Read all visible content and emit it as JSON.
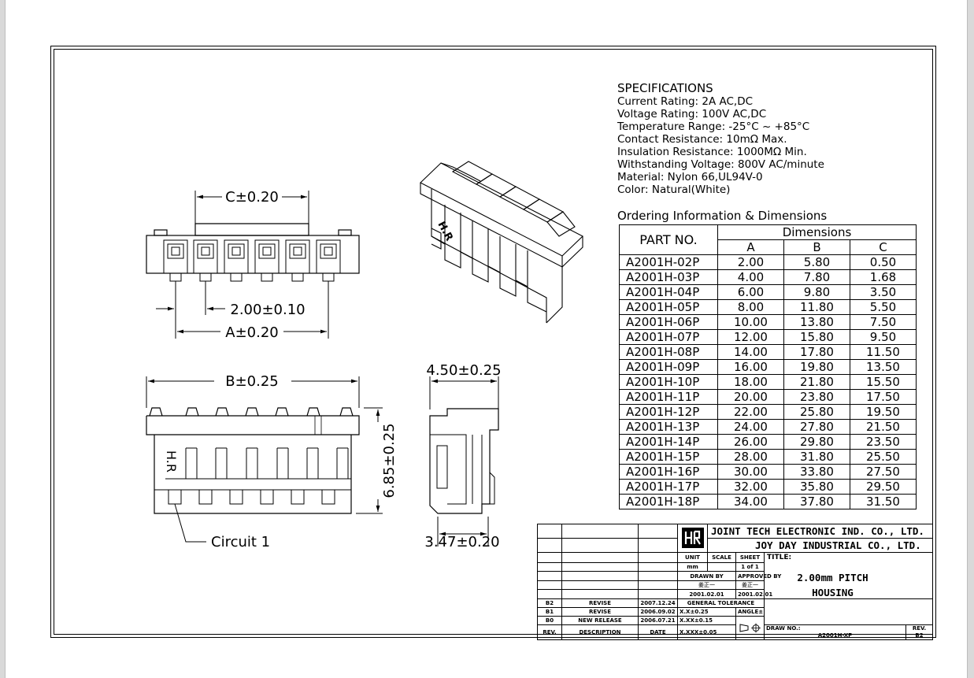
{
  "dimensions_labels": {
    "c_dim": "C±0.20",
    "pitch_dim": "2.00±0.10",
    "a_dim": "A±0.20",
    "b_dim": "B±0.25",
    "height_dim": "6.85±0.25",
    "depth_dim": "4.50±0.25",
    "side_dim": "3.47±0.20",
    "circuit_label": "Circuit 1",
    "marking": "H.R"
  },
  "specifications": {
    "heading": "SPECIFICATIONS",
    "lines": [
      "Current Rating: 2A AC,DC",
      "Voltage Rating: 100V AC,DC",
      "Temperature Range: -25°C ~ +85°C",
      "Contact Resistance: 10mΩ Max.",
      "Insulation Resistance: 1000MΩ Min.",
      "Withstanding Voltage: 800V AC/minute",
      "Material: Nylon 66,UL94V-0",
      "Color: Natural(White)"
    ]
  },
  "ordering": {
    "title": "Ordering Information & Dimensions",
    "part_header": "PART NO.",
    "group_header": "Dimensions",
    "columns": [
      "A",
      "B",
      "C"
    ],
    "rows": [
      [
        "A2001H-02P",
        "2.00",
        "5.80",
        "0.50"
      ],
      [
        "A2001H-03P",
        "4.00",
        "7.80",
        "1.68"
      ],
      [
        "A2001H-04P",
        "6.00",
        "9.80",
        "3.50"
      ],
      [
        "A2001H-05P",
        "8.00",
        "11.80",
        "5.50"
      ],
      [
        "A2001H-06P",
        "10.00",
        "13.80",
        "7.50"
      ],
      [
        "A2001H-07P",
        "12.00",
        "15.80",
        "9.50"
      ],
      [
        "A2001H-08P",
        "14.00",
        "17.80",
        "11.50"
      ],
      [
        "A2001H-09P",
        "16.00",
        "19.80",
        "13.50"
      ],
      [
        "A2001H-10P",
        "18.00",
        "21.80",
        "15.50"
      ],
      [
        "A2001H-11P",
        "20.00",
        "23.80",
        "17.50"
      ],
      [
        "A2001H-12P",
        "22.00",
        "25.80",
        "19.50"
      ],
      [
        "A2001H-13P",
        "24.00",
        "27.80",
        "21.50"
      ],
      [
        "A2001H-14P",
        "26.00",
        "29.80",
        "23.50"
      ],
      [
        "A2001H-15P",
        "28.00",
        "31.80",
        "25.50"
      ],
      [
        "A2001H-16P",
        "30.00",
        "33.80",
        "27.50"
      ],
      [
        "A2001H-17P",
        "32.00",
        "35.80",
        "29.50"
      ],
      [
        "A2001H-18P",
        "34.00",
        "37.80",
        "31.50"
      ]
    ]
  },
  "title_block": {
    "company1": "JOINT TECH ELECTRONIC IND. CO., LTD.",
    "company2": "JOY DAY INDUSTRIAL CO., LTD.",
    "unit_label": "UNIT",
    "unit_value": "mm",
    "scale_label": "SCALE",
    "sheet_label": "SHEET",
    "sheet_value": "1 of 1",
    "title_label": "TITLE:",
    "title_line1": "2.00mm PITCH",
    "title_line2": "HOUSING",
    "drawn_by_label": "DRAWN BY",
    "drawn_by_name": "姜正一",
    "drawn_date": "2001.02.01",
    "approved_by_label": "APPROVED BY",
    "approved_by_name": "姜正一",
    "approved_date": "2001.02.01",
    "tolerance_label": "GENERAL TOLERANCE",
    "tol1": "X.X±0.25",
    "tol2": "X.XX±0.15",
    "tol3": "X.XXX±0.05",
    "angle_label": "ANGLE±",
    "draw_no_label": "DRAW NO.:",
    "draw_no_value": "A2001H-XP",
    "rev_label": "REV.",
    "rev_value": "B2",
    "revisions": [
      {
        "rev": "B2",
        "desc": "REVISE",
        "date": "2007.12.24"
      },
      {
        "rev": "B1",
        "desc": "REVISE",
        "date": "2006.09.02"
      },
      {
        "rev": "B0",
        "desc": "NEW RELEASE",
        "date": "2006.07.21"
      }
    ],
    "rev_col": "REV.",
    "desc_col": "DESCRIPTION",
    "date_col": "DATE"
  }
}
